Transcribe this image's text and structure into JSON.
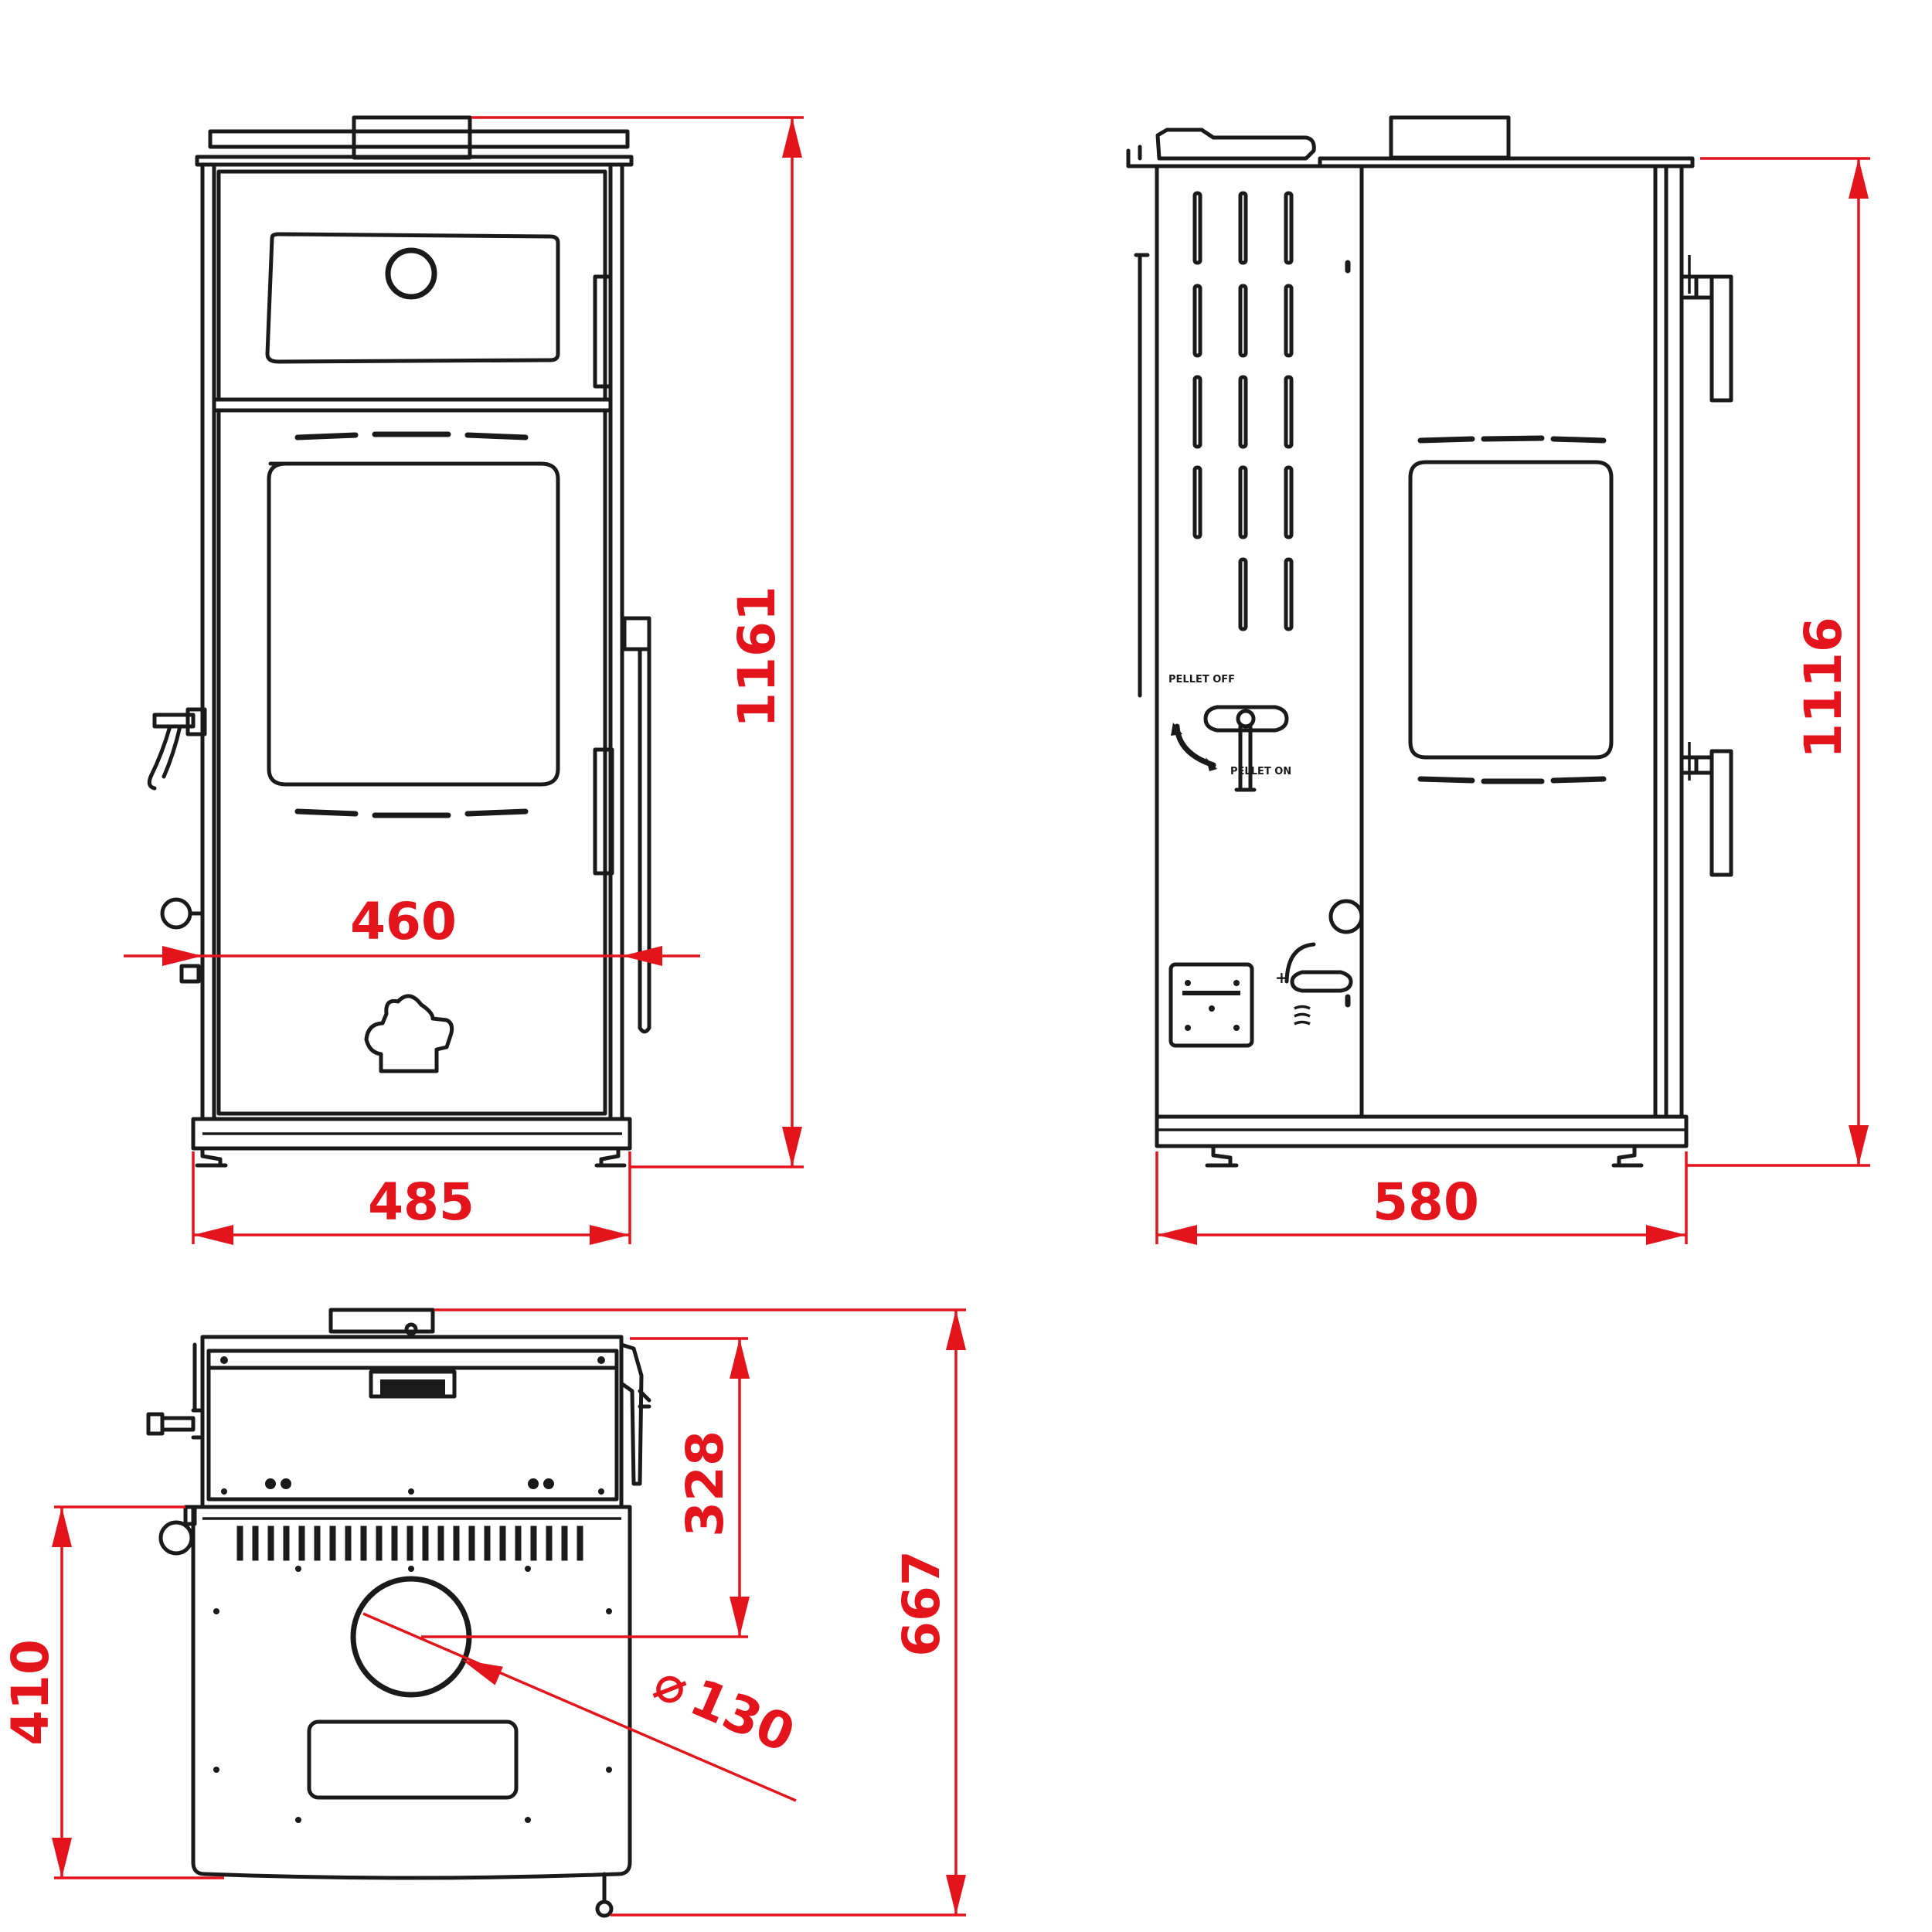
{
  "drawing": {
    "views": [
      {
        "id": "front-view"
      },
      {
        "id": "side-view"
      },
      {
        "id": "top-view"
      }
    ],
    "dimensions": {
      "front_width_inner": "460",
      "front_width_outer": "485",
      "front_height": "1161",
      "side_depth": "580",
      "side_height": "1116",
      "top_depth_total": "667",
      "top_flue_offset": "328",
      "top_side_offset": "410",
      "flue_diameter": "130",
      "diameter_symbol": "⌀"
    },
    "panel_labels": {
      "pellet_off": "PELLET OFF",
      "pellet_on": "PELLET ON"
    },
    "colors": {
      "dimension": "#e3141b",
      "line": "#1a1a1a",
      "background": "#ffffff"
    }
  }
}
